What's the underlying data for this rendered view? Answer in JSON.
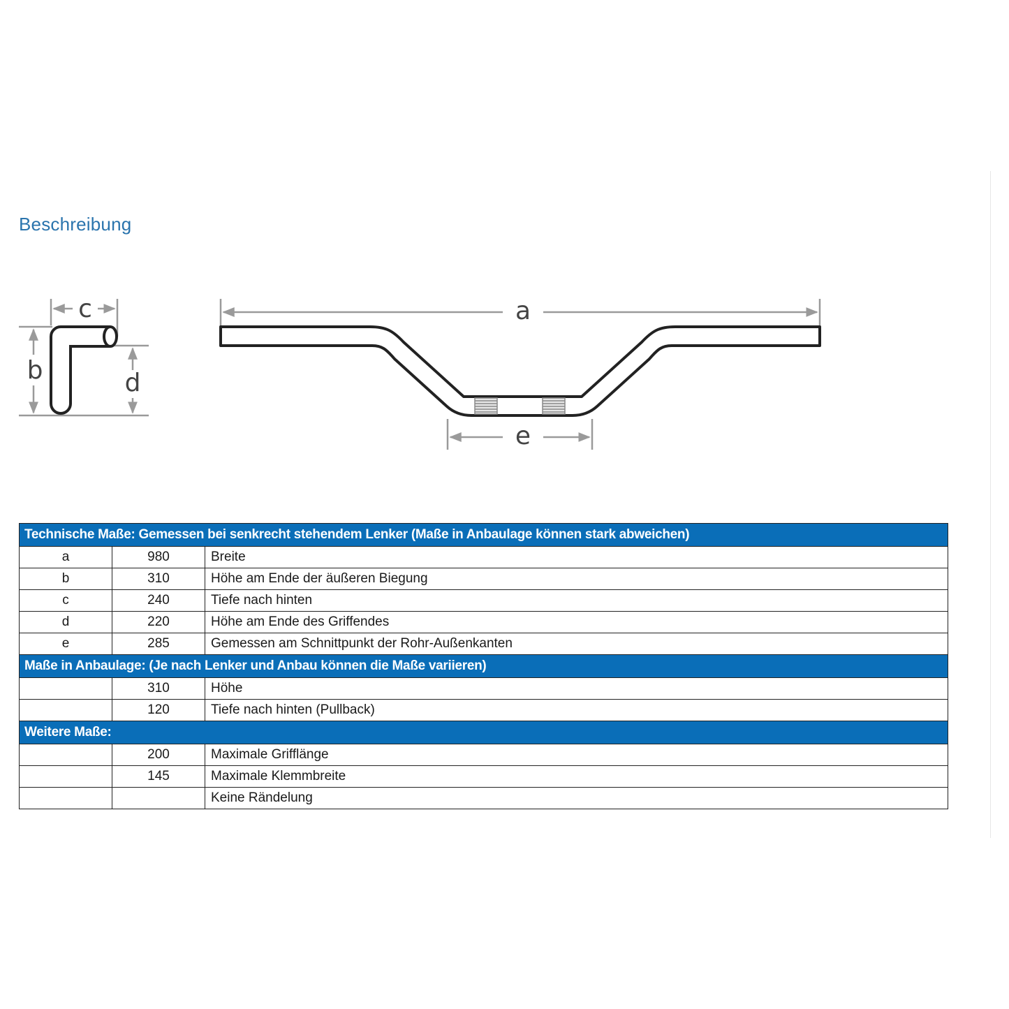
{
  "heading": "Beschreibung",
  "diagram": {
    "labels": {
      "a": "a",
      "b": "b",
      "c": "c",
      "d": "d",
      "e": "e"
    },
    "colors": {
      "dimension": "#9a9a9a",
      "outline": "#222222",
      "knurl": "#888888"
    }
  },
  "table": {
    "sections": [
      {
        "title": "Technische Maße: Gemessen bei senkrecht stehendem Lenker (Maße in Anbaulage können stark abweichen)",
        "rows": [
          {
            "key": "a",
            "value": "980",
            "desc": "Breite"
          },
          {
            "key": "b",
            "value": "310",
            "desc": "Höhe am Ende der äußeren Biegung"
          },
          {
            "key": "c",
            "value": "240",
            "desc": "Tiefe nach hinten"
          },
          {
            "key": "d",
            "value": "220",
            "desc": "Höhe am Ende des Griffendes"
          },
          {
            "key": "e",
            "value": "285",
            "desc": "Gemessen am Schnittpunkt der Rohr-Außenkanten"
          }
        ]
      },
      {
        "title": "Maße in Anbaulage: (Je nach Lenker und Anbau können die Maße variieren)",
        "rows": [
          {
            "key": "",
            "value": "310",
            "desc": "Höhe"
          },
          {
            "key": "",
            "value": "120",
            "desc": "Tiefe nach hinten (Pullback)"
          }
        ]
      },
      {
        "title": "Weitere Maße:",
        "rows": [
          {
            "key": "",
            "value": "200",
            "desc": "Maximale Grifflänge"
          },
          {
            "key": "",
            "value": "145",
            "desc": "Maximale Klemmbreite"
          },
          {
            "key": "",
            "value": "",
            "desc": "Keine Rändelung"
          }
        ]
      }
    ]
  },
  "colors": {
    "heading": "#2a74ad",
    "section_header_bg": "#0a6eb8",
    "section_header_text": "#ffffff"
  }
}
